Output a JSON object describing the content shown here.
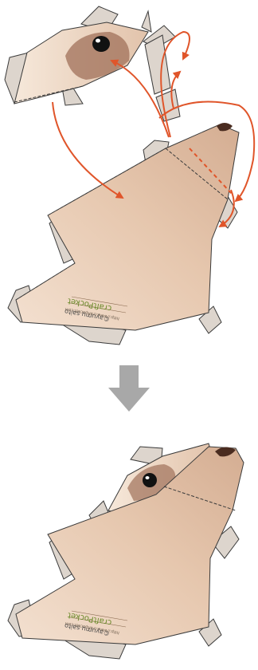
{
  "credit": {
    "brand": "craftPocket",
    "author": "©ayumu saito",
    "site_line": "http://www.craftpocket.com"
  },
  "colors": {
    "skin_light": "#f3e0d0",
    "skin_mid": "#e3c2a8",
    "skin_dark": "#c89c80",
    "fur_brown": "#a0705a",
    "flap": "#ddd5cd",
    "outline": "#3a3a3a",
    "arrow": "#e0552a",
    "down_arrow": "#a8a8a8",
    "eye": "#111111",
    "nose": "#4a2c20"
  },
  "icons": {
    "down_arrow": "down-arrow-icon",
    "fold_arrow": "fold-arrow-icon"
  }
}
